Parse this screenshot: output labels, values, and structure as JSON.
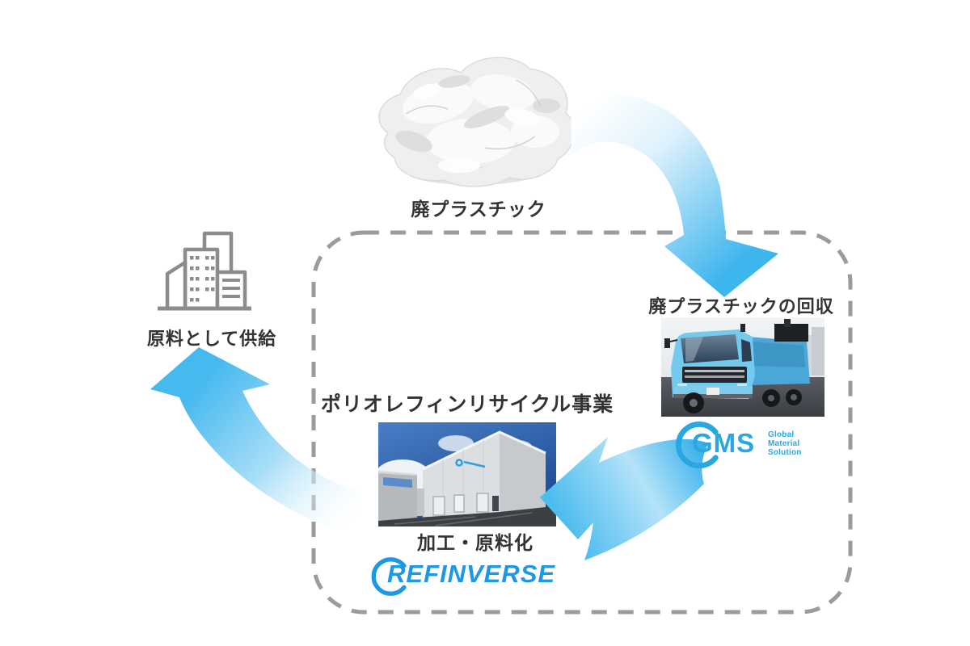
{
  "diagram": {
    "labels": {
      "waste_plastic": "廃プラスチック",
      "collection": "廃プラスチックの回収",
      "business": "ポリオレフィンリサイクル事業",
      "processing": "加工・原料化",
      "supply": "原料として供給"
    },
    "logos": {
      "gms": {
        "name": "GMS",
        "tagline": [
          "Global",
          "Material",
          "Solution"
        ],
        "color": "#2AA7E0"
      },
      "refinverse": {
        "name": "REFINVERSE",
        "color": "#1E97E4"
      }
    },
    "colors": {
      "arrow_blue": "#3DB5ED",
      "arrow_light": "#BEE7FA",
      "border_dash": "#9B9B9B",
      "label_text": "#333333",
      "icon_gray": "#8C8C8C"
    }
  }
}
